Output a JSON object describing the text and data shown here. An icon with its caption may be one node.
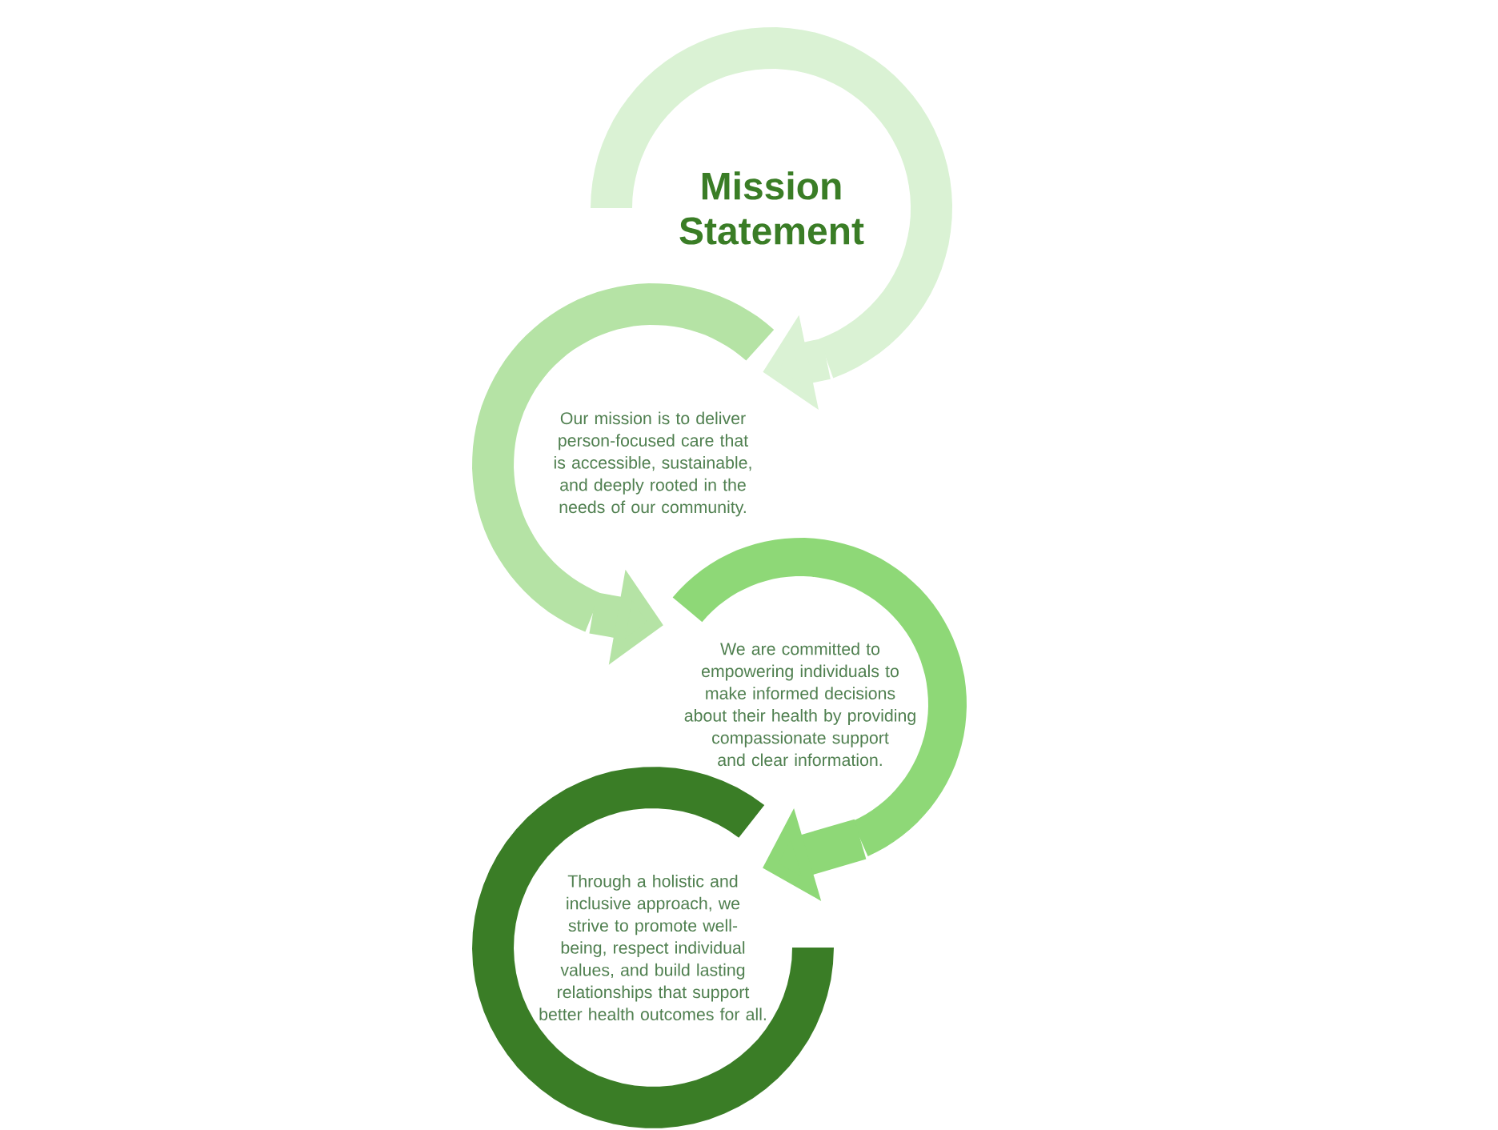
{
  "diagram": {
    "nodes": [
      {
        "text": [
          "Mission Statement"
        ]
      },
      {
        "text": [
          "Our mission is to deliver person-focused care that is accessible, sustainable, and deeply rooted in the needs of our community."
        ]
      },
      {
        "text": [
          "We are committed to empowering individuals to make informed decisions about their health by providing compassionate support and clear information."
        ]
      },
      {
        "text": [
          "Through a holistic and inclusive approach, we strive to promote well-being, respect individual values, and build lasting relationships that support better health outcomes for all."
        ]
      }
    ],
    "edges": [
      {
        "from": 0,
        "to": 1,
        "arrow": "to",
        "color": "#daf2d4"
      },
      {
        "from": 1,
        "to": 2,
        "arrow": "to",
        "color": "#b5e3a5"
      },
      {
        "from": 2,
        "to": 3,
        "arrow": "to",
        "color": "#8ed877"
      }
    ]
  }
}
